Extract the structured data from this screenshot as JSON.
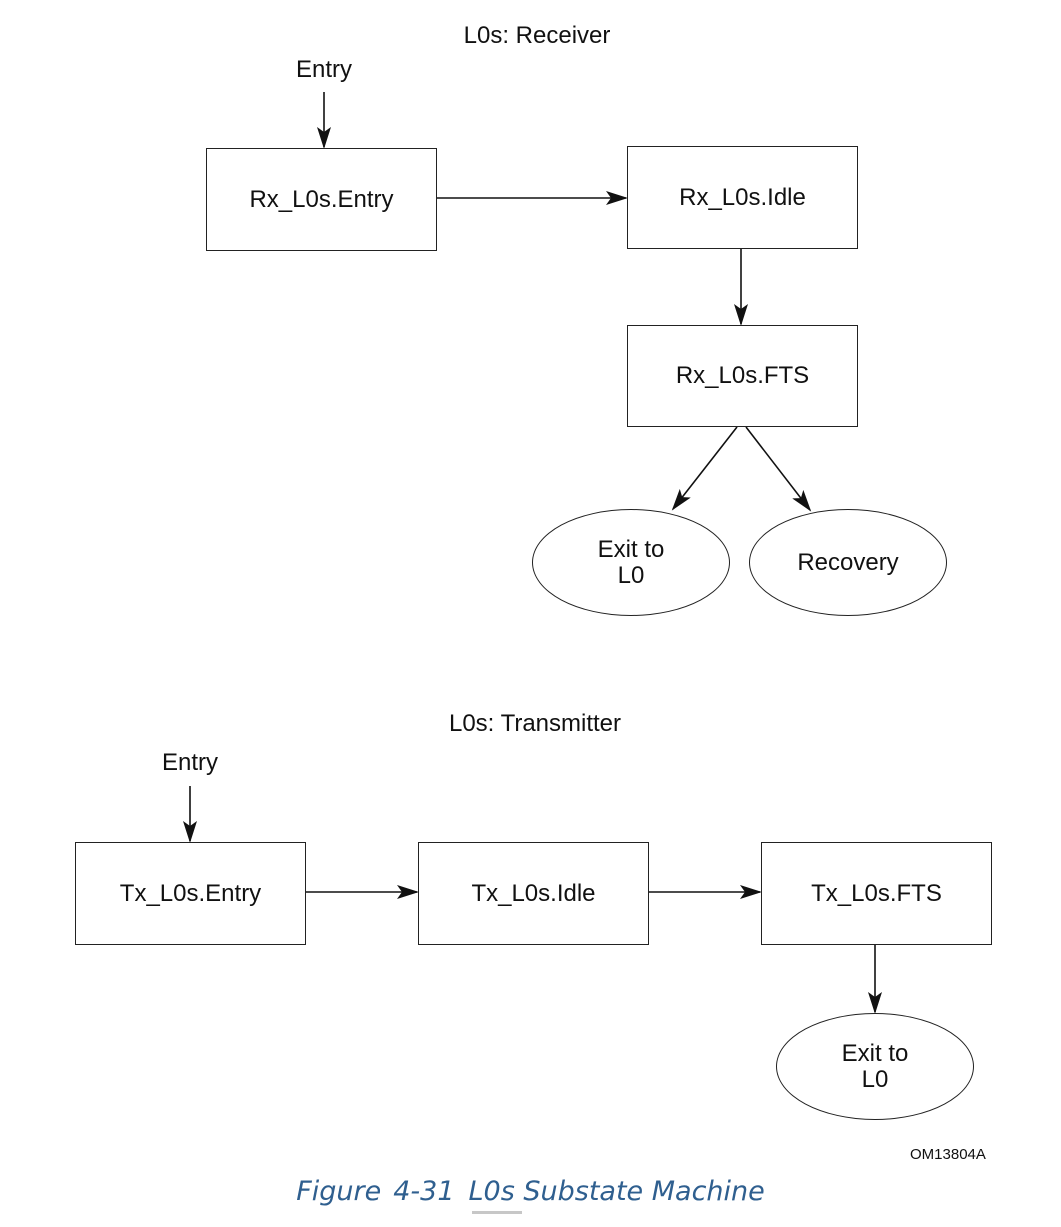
{
  "receiver": {
    "title": "L0s: Receiver",
    "entry_label": "Entry",
    "states": {
      "entry": "Rx_L0s.Entry",
      "idle": "Rx_L0s.Idle",
      "fts": "Rx_L0s.FTS"
    },
    "exits": {
      "exit_l0_line1": "Exit to",
      "exit_l0_line2": "L0",
      "recovery": "Recovery"
    }
  },
  "transmitter": {
    "title": "L0s: Transmitter",
    "entry_label": "Entry",
    "states": {
      "entry": "Tx_L0s.Entry",
      "idle": "Tx_L0s.Idle",
      "fts": "Tx_L0s.FTS"
    },
    "exits": {
      "exit_l0_line1": "Exit to",
      "exit_l0_line2": "L0"
    }
  },
  "figure_code": "OM13804A",
  "caption": {
    "prefix": "Figure",
    "number": "4-31",
    "title": "L0s Substate Machine"
  }
}
